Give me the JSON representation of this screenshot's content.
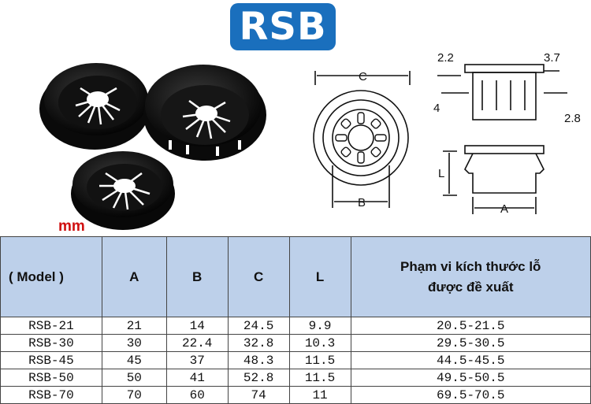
{
  "badge": "RSB",
  "unit": "mm",
  "drawing": {
    "labels": {
      "c": "C",
      "b": "B",
      "a": "A",
      "l": "L"
    },
    "dims": {
      "d1": "2.2",
      "d2": "3.7",
      "d3": "4",
      "d4": "2.8"
    }
  },
  "table": {
    "headers": {
      "model": "( Model )",
      "a": "A",
      "b": "B",
      "c": "C",
      "l": "L",
      "range_line1": "Phạm vi kích thước lỗ",
      "range_line2": "được đề xuất"
    },
    "rows": [
      {
        "model": "RSB-21",
        "a": "21",
        "b": "14",
        "c": "24.5",
        "l": "9.9",
        "range": "20.5-21.5"
      },
      {
        "model": "RSB-30",
        "a": "30",
        "b": "22.4",
        "c": "32.8",
        "l": "10.3",
        "range": "29.5-30.5"
      },
      {
        "model": "RSB-45",
        "a": "45",
        "b": "37",
        "c": "48.3",
        "l": "11.5",
        "range": "44.5-45.5"
      },
      {
        "model": "RSB-50",
        "a": "50",
        "b": "41",
        "c": "52.8",
        "l": "11.5",
        "range": "49.5-50.5"
      },
      {
        "model": "RSB-70",
        "a": "70",
        "b": "60",
        "c": "74",
        "l": "11",
        "range": "69.5-70.5"
      }
    ]
  }
}
